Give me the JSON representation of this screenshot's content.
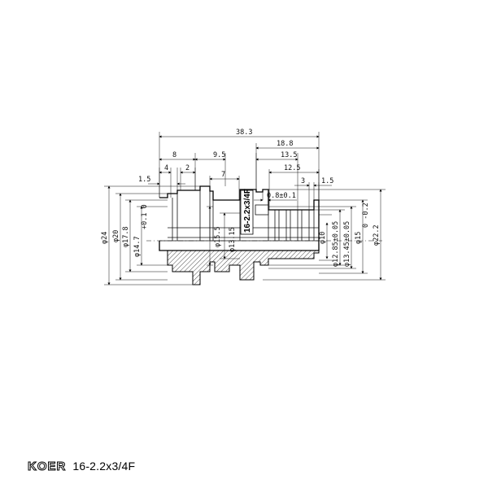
{
  "brand": {
    "logo": "KOER",
    "model": "16-2.2x3/4F"
  },
  "part_label": "16-2.2x3/4F",
  "dimensions": {
    "top": [
      "38.3",
      "18.8",
      "8",
      "9.5",
      "13.5",
      "4",
      "2",
      "12.5",
      "1.5",
      "7",
      "3",
      "1.5",
      "0.8±0.1"
    ],
    "left_diameters": [
      "φ24",
      "φ20",
      "φ17.8",
      "φ14.7",
      "φ15.5",
      "φ13.15"
    ],
    "left_tol": "+0.1\n0",
    "right_diameters": [
      "φ10",
      "φ12.85±0.05",
      "φ13.45±0.05",
      "φ15",
      "φ22.2"
    ],
    "right_tol": "0\n-0.2"
  }
}
